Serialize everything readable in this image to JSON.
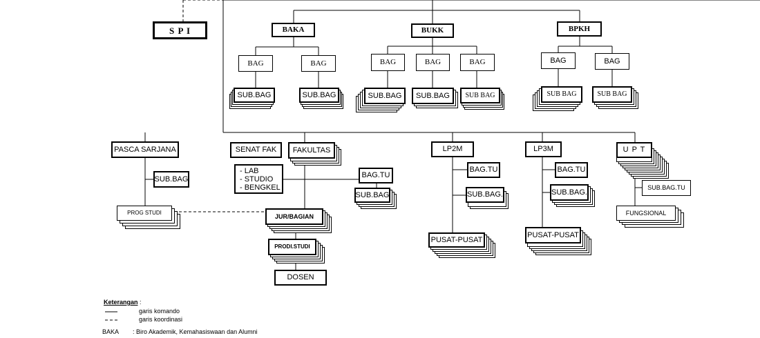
{
  "nodes": {
    "spi": "S P I",
    "baka": "BAKA",
    "bukk": "BUKK",
    "bpkh": "BPKH",
    "baka_bag_1": "BAG",
    "baka_bag_2": "BAG",
    "bukk_bag_1": "BAG",
    "bukk_bag_2": "BAG",
    "bukk_bag_3": "BAG",
    "bpkh_bag_1": "BAG",
    "bpkh_bag_2": "BAG",
    "baka_subbag_1": "SUB.BAG",
    "baka_subbag_2": "SUB.BAG",
    "bukk_subbag_1": "SUB.BAG",
    "bukk_subbag_2": "SUB.BAG",
    "bukk_subbag_3": "SUB BAG",
    "bpkh_subbag_1": "SUB BAG",
    "bpkh_subbag_2": "SUB BAG",
    "pasca_sarjana": "PASCA SARJANA",
    "pasca_subbag": "SUB.BAG",
    "prog_studi": "PROG STUDI",
    "senat_fak": "SENAT FAK",
    "fakultas": "FAKULTAS",
    "lab_studio_bengkel": "- LAB\n- STUDIO\n- BENGKEL",
    "fak_bag_tu": "BAG.TU",
    "fak_subbag": "SUB.BAG",
    "jur_bagian": "JUR/BAGIAN",
    "prodi_studi": "PRODI.STUDI",
    "dosen": "DOSEN",
    "lp2m": "LP2M",
    "lp2m_bag_tu": "BAG.TU",
    "lp2m_subbag": "SUB.BAG.",
    "lp2m_pusat": "PUSAT-PUSAT",
    "lp3m": "LP3M",
    "lp3m_bag_tu": "BAG.TU",
    "lp3m_subbag": "SUB.BAG.",
    "lp3m_pusat": "PUSAT-PUSAT",
    "upt": "U P T",
    "upt_subbag_tu": "SUB.BAG.TU",
    "fungsional": "FUNGSIONAL"
  },
  "legend": {
    "title": "Keterangan",
    "title_suffix": " :",
    "solid_label": "garis komando",
    "dashed_label": "garis koordinasi",
    "abbreviations": [
      {
        "abbr": "BAKA",
        "desc": ": Biro Akademik, Kemahasiswaan dan Alumni"
      }
    ]
  }
}
